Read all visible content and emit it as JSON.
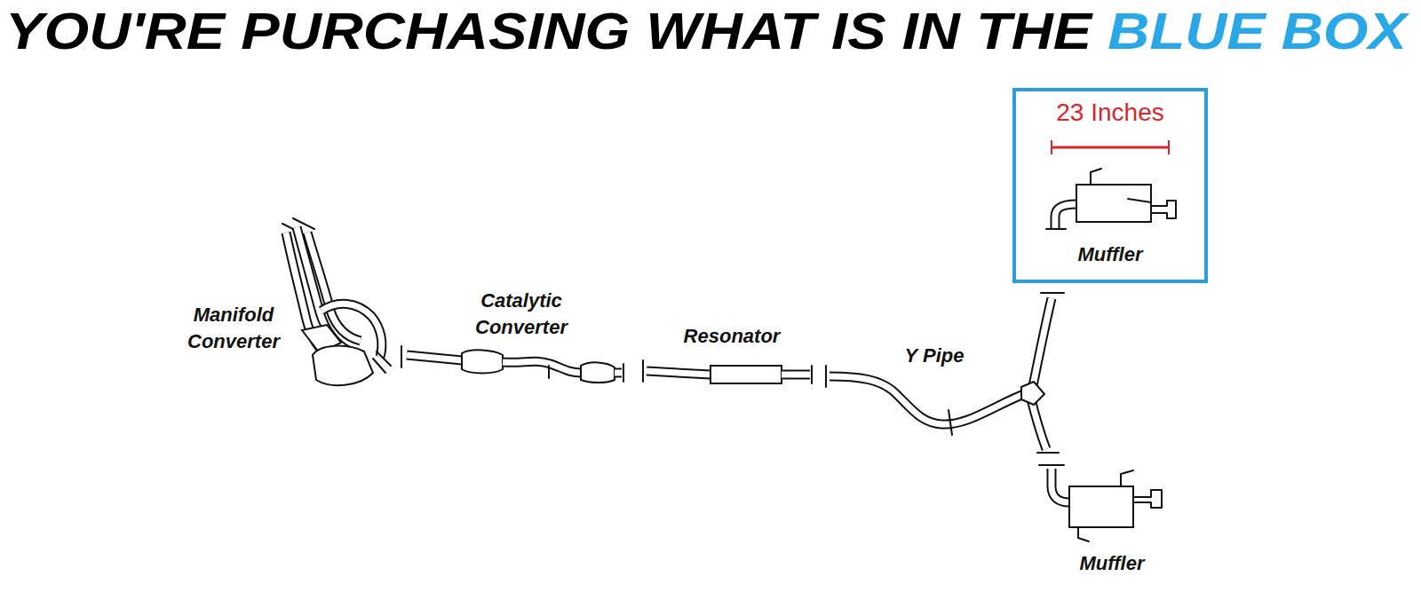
{
  "diagram": {
    "title": "YOU'RE PURCHASING WHAT IS IN THE",
    "nodes": [
      {
        "text": [
          "23 Inches",
          "Muffler"
        ]
      }
    ],
    "labels": [
      "BLUE BOX",
      "Manifold Converter",
      "Catalytic Converter",
      "Resonator",
      "Y Pipe",
      "Muffler"
    ]
  }
}
